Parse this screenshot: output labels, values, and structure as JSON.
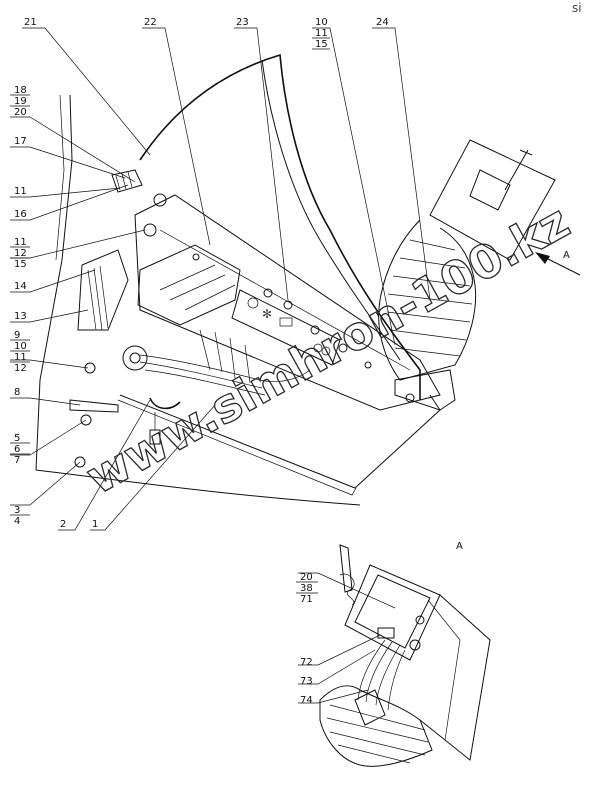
{
  "labels": {
    "l21": "21",
    "l22": "22",
    "l23": "23",
    "l10a": "10",
    "l11a": "11",
    "l15a": "15",
    "l24": "24",
    "l18": "18",
    "l19": "19",
    "l20a": "20",
    "l17": "17",
    "l11b": "11",
    "l16": "16",
    "l11c": "11",
    "l12a": "12",
    "l15b": "15",
    "l14": "14",
    "l13": "13",
    "l9": "9",
    "l10b": "10",
    "l11d": "11",
    "l12b": "12",
    "l8": "8",
    "l5": "5",
    "l6": "6",
    "l7": "7",
    "l3": "3",
    "l4": "4",
    "l2": "2",
    "l1": "1",
    "view_arrow": "A",
    "view_title": "A",
    "l20b": "20",
    "l38": "38",
    "l71": "71",
    "l72": "72",
    "l73": "73",
    "l74": "74"
  },
  "watermark": {
    "main": "www.simhron-100.kz",
    "corner": "si"
  }
}
